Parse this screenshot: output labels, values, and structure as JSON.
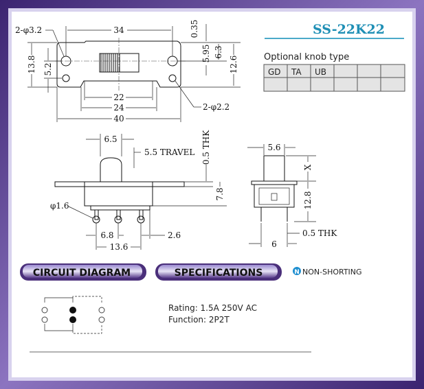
{
  "header": {
    "model": "SS-22K22"
  },
  "knob_table": {
    "caption": "Optional knob type",
    "row1": [
      "GD",
      "TA",
      "UB",
      "",
      "",
      ""
    ],
    "row2": [
      "",
      "",
      "",
      "",
      "",
      ""
    ]
  },
  "top_view": {
    "holes_large": "2-φ3.2",
    "holes_small": "2-φ2.2",
    "width_34": "34",
    "width_22": "22",
    "width_24": "24",
    "width_40": "40",
    "height_13_8": "13.8",
    "height_5_2": "5.2",
    "dim_0_35": "0.35",
    "dim_5_95": "5.95",
    "dim_6_3": "6.3",
    "dim_12_6": "12.6"
  },
  "side_view": {
    "knob_width": "6.5",
    "travel": "5.5 TRAVEL",
    "thickness": "0.5 THK",
    "height": "7.8",
    "pin_dia": "φ1.6",
    "pitch": "6.8",
    "span": "13.6",
    "offset": "2.6"
  },
  "end_view": {
    "knob_width": "5.6",
    "x_dim": "X",
    "height": "12.8",
    "thickness": "0.5 THK",
    "width": "6"
  },
  "sections": {
    "circuit": "CIRCUIT DIAGRAM",
    "specs": "SPECIFICATIONS",
    "non_shorting_icon": "N",
    "non_shorting": "NON-SHORTING"
  },
  "specs": {
    "rating": "Rating: 1.5A 250V AC",
    "function": "Function: 2P2T"
  },
  "colors": {
    "frame": "#5a3d8c",
    "title": "#1f8fb5",
    "table_fill": "#e4e4e4"
  }
}
